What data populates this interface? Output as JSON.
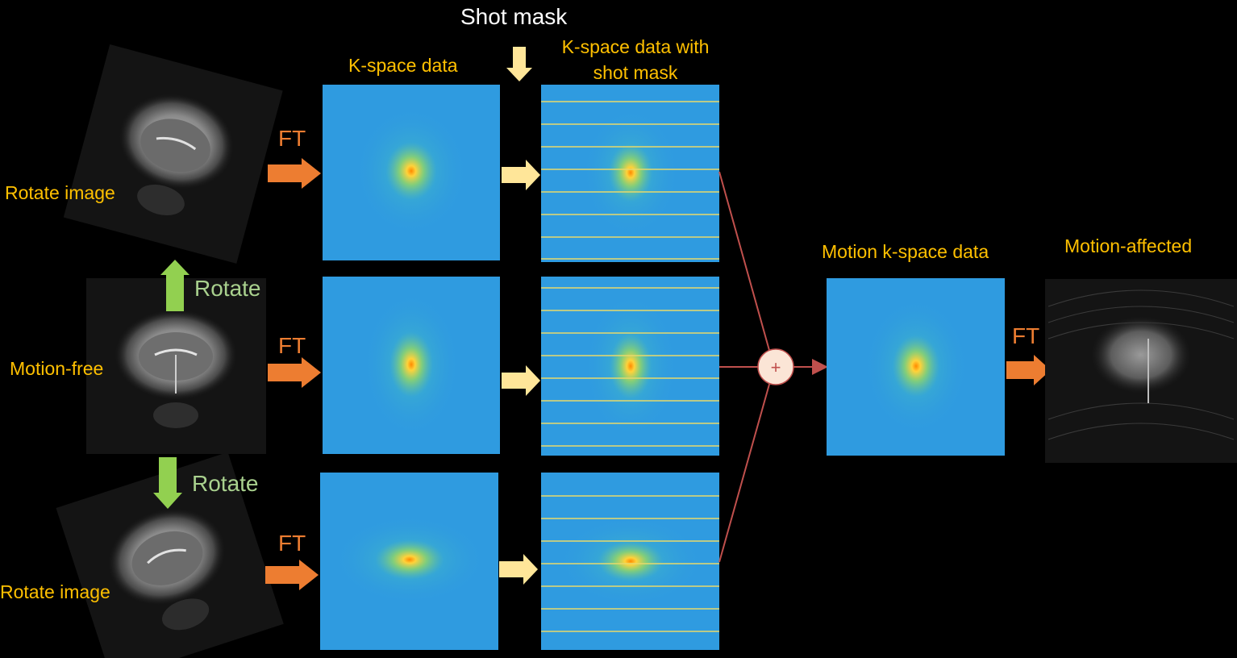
{
  "header": {
    "shot_mask": "Shot mask"
  },
  "columns": {
    "kspace": "K-space data",
    "kspace_masked_line1": "K-space data with",
    "kspace_masked_line2": "shot mask"
  },
  "rows": [
    {
      "label": "Rotate image",
      "ft": "FT"
    },
    {
      "label": "Motion-free",
      "ft": "FT"
    },
    {
      "label": "Rotate image",
      "ft": "FT"
    }
  ],
  "rotate_labels": {
    "up": "Rotate",
    "down": "Rotate"
  },
  "sum": {
    "symbol": "+"
  },
  "motion_kspace": {
    "label": "Motion k-space data"
  },
  "output": {
    "label": "Motion-affected",
    "ft": "FT"
  },
  "colors": {
    "label_text": "#ffc000",
    "ft_arrow": "#ed7d31",
    "mask_arrow": "#ffe699",
    "rotate_arrow": "#92d050",
    "kspace_bg": "#2f9be0",
    "mask_line": "#e8d96a",
    "connector": "#c0504d"
  }
}
